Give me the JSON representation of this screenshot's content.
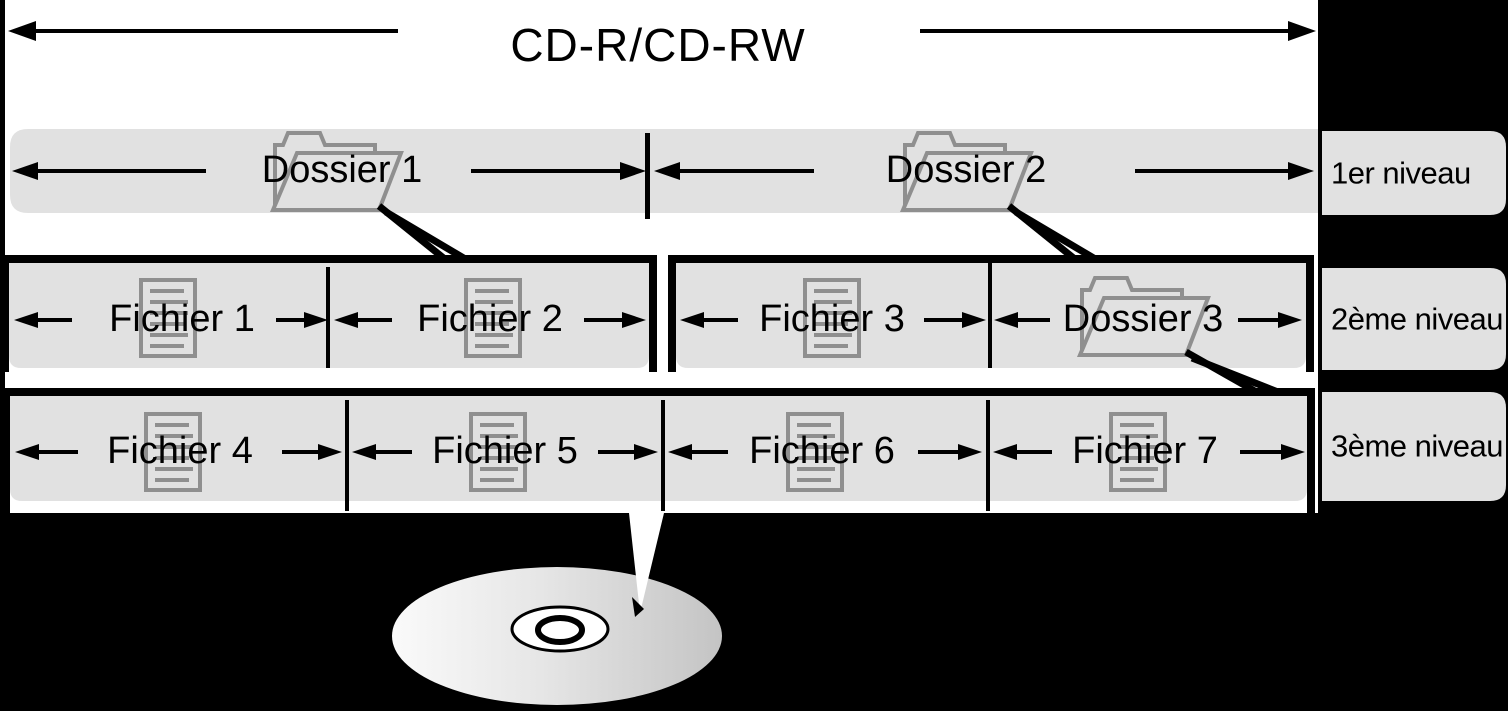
{
  "title": "CD-R/CD-RW",
  "levels": [
    {
      "name": "1er niveau",
      "segments": [
        {
          "label": "Dossier 1",
          "icon": "folder-icon"
        },
        {
          "label": "Dossier 2",
          "icon": "folder-icon"
        }
      ]
    },
    {
      "name": "2ème niveau",
      "segments": [
        {
          "label": "Fichier 1",
          "icon": "document-icon"
        },
        {
          "label": "Fichier 2",
          "icon": "document-icon"
        },
        {
          "label": "Fichier 3",
          "icon": "document-icon"
        },
        {
          "label": "Dossier 3",
          "icon": "folder-icon"
        }
      ]
    },
    {
      "name": "3ème niveau",
      "segments": [
        {
          "label": "Fichier 4",
          "icon": "document-icon"
        },
        {
          "label": "Fichier 5",
          "icon": "document-icon"
        },
        {
          "label": "Fichier 6",
          "icon": "document-icon"
        },
        {
          "label": "Fichier 7",
          "icon": "document-icon"
        }
      ]
    }
  ],
  "media": {
    "icon": "cd-disc-icon"
  },
  "colors": {
    "band_gray": "#e1e1e1",
    "icon_outline_gray": "#8f8f8f",
    "line_black": "#000000",
    "background_black": "#000000",
    "diagram_background": "#ffffff",
    "disc_gradient_light": "#fafafa",
    "disc_gradient_dark": "#c4c4c4"
  }
}
